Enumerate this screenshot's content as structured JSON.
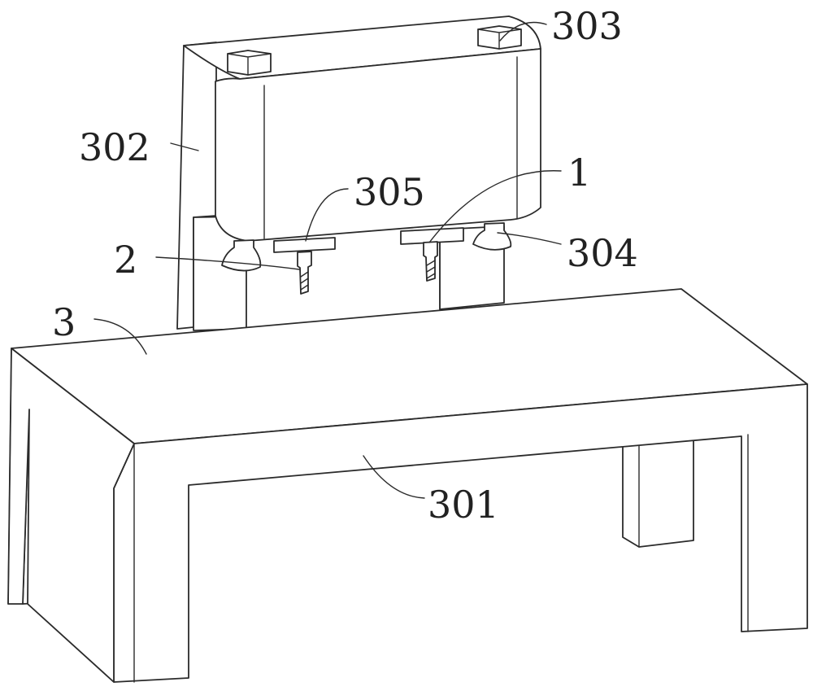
{
  "labels": {
    "l303": "303",
    "l302": "302",
    "l305": "305",
    "l1": "1",
    "l2": "2",
    "l304": "304",
    "l3": "3",
    "l301": "301"
  },
  "colors": {
    "line": "#2b2b2b",
    "fill": "#ffffff",
    "text": "#222222"
  }
}
